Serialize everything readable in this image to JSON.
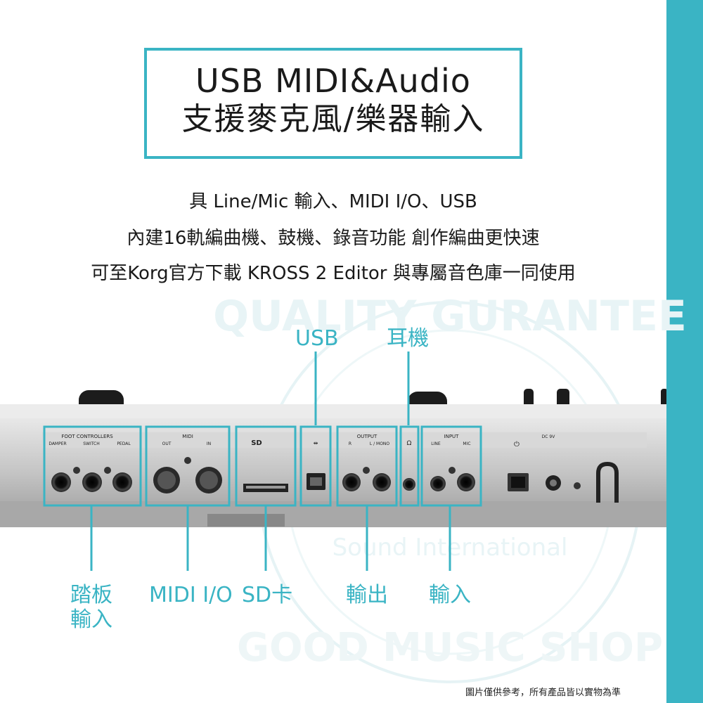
{
  "title": {
    "line1": "USB MIDI&Audio",
    "line2": "支援麥克風/樂器輸入"
  },
  "description": [
    "具 Line/Mic 輸入、MIDI I/O、USB",
    "內建16軌編曲機、鼓機、錄音功能 創作編曲更快速",
    "可至Korg官方下載 KROSS 2 Editor 與專屬音色庫一同使用"
  ],
  "top_labels": {
    "usb": "USB",
    "headphone": "耳機"
  },
  "bottom_labels": {
    "pedal_line1": "踏板",
    "pedal_line2": "輸入",
    "midi": "MIDI I/O",
    "sd": "SD卡",
    "output": "輸出",
    "input": "輸入"
  },
  "panel": {
    "foot_controllers": "FOOT CONTROLLERS",
    "damper": "DAMPER",
    "switch": "SWITCH",
    "pedal": "PEDAL",
    "midi": "MIDI",
    "midi_out": "OUT",
    "midi_in": "IN",
    "output": "OUTPUT",
    "output_r": "R",
    "output_l": "L / MONO",
    "input": "INPUT",
    "input_line": "LINE",
    "input_mic": "MIC",
    "dc": "DC 9V"
  },
  "watermark": {
    "top": "QUALITY GURANTEE",
    "middle": "Sound International",
    "bottom": "GOOD MUSIC SHOP"
  },
  "footnote": "圖片僅供參考，所有產品皆以實物為準",
  "colors": {
    "accent": "#3ab4c4",
    "text": "#1a1a1a",
    "panel": "#b8b8b8"
  }
}
